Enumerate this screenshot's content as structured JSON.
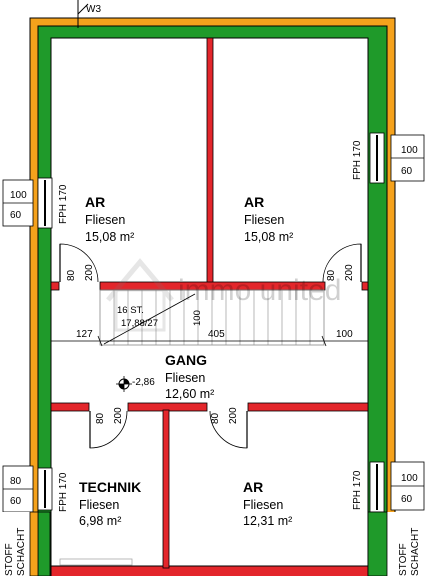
{
  "wall_label": "W3",
  "rooms": [
    {
      "name": "AR",
      "floor": "Fliesen",
      "area": "15,08 m²"
    },
    {
      "name": "AR",
      "floor": "Fliesen",
      "area": "15,08 m²"
    },
    {
      "name": "GANG",
      "floor": "Fliesen",
      "area": "12,60 m²"
    },
    {
      "name": "TECHNIK",
      "floor": "Fliesen",
      "area": "6,98 m²"
    },
    {
      "name": "AR",
      "floor": "Fliesen",
      "area": "12,31 m²"
    }
  ],
  "windows": [
    {
      "label": "FPH 170",
      "width": "100",
      "height": "60"
    },
    {
      "label": "FPH 170",
      "width": "100",
      "height": "60"
    },
    {
      "label": "FPH 170",
      "width": "80",
      "height": "60"
    },
    {
      "label": "FPH 170",
      "width": "100",
      "height": "60"
    }
  ],
  "doors": [
    {
      "width": "80",
      "height": "200"
    },
    {
      "width": "80",
      "height": "200"
    },
    {
      "width": "80",
      "height": "200"
    },
    {
      "width": "80",
      "height": "200"
    }
  ],
  "stairs": {
    "steps": "16 ST.",
    "ratio": "17,88/27",
    "width": "100"
  },
  "dimensions": {
    "left": "127",
    "center": "405",
    "right": "100"
  },
  "level": "-2,86",
  "shafts": [
    "STOFF",
    "SCHACHT",
    "STOFF",
    "SCHACHT"
  ],
  "colors": {
    "outer_wall": "#f5a21c",
    "insulation": "#1f9a2a",
    "inner_wall": "#e3262b",
    "line": "#000000"
  },
  "watermark": "immo united"
}
